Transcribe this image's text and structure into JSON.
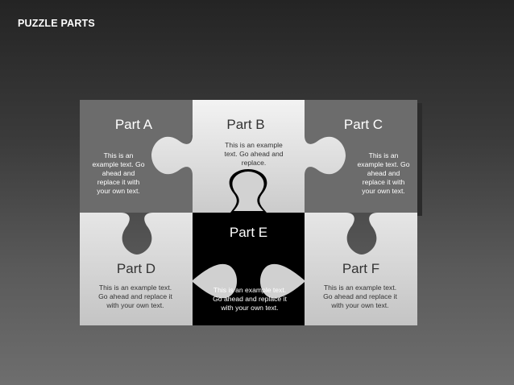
{
  "slide": {
    "title": "PUZZLE PARTS"
  },
  "pieces": [
    {
      "id": "a",
      "label": "Part A",
      "text": "This is an example text. Go ahead and replace it with your own text."
    },
    {
      "id": "b",
      "label": "Part B",
      "text": "This is an example text. Go ahead and replace."
    },
    {
      "id": "c",
      "label": "Part C",
      "text": "This is an example text. Go ahead and replace it with your own text."
    },
    {
      "id": "d",
      "label": "Part D",
      "text": "This is an example text. Go ahead and replace it with your own text."
    },
    {
      "id": "e",
      "label": "Part E",
      "text": "This is an example text. Go ahead and replace it with your own text."
    },
    {
      "id": "f",
      "label": "Part F",
      "text": "This is an example text. Go ahead and replace it with your own text."
    }
  ],
  "colors": {
    "dark_piece": "#6c6c6c",
    "light_piece_top": "#f2f2f2",
    "light_piece_bottom": "#cdcdcd",
    "center_piece": "#000000",
    "label_dark_text": "#ffffff",
    "label_light_text": "#333333"
  }
}
